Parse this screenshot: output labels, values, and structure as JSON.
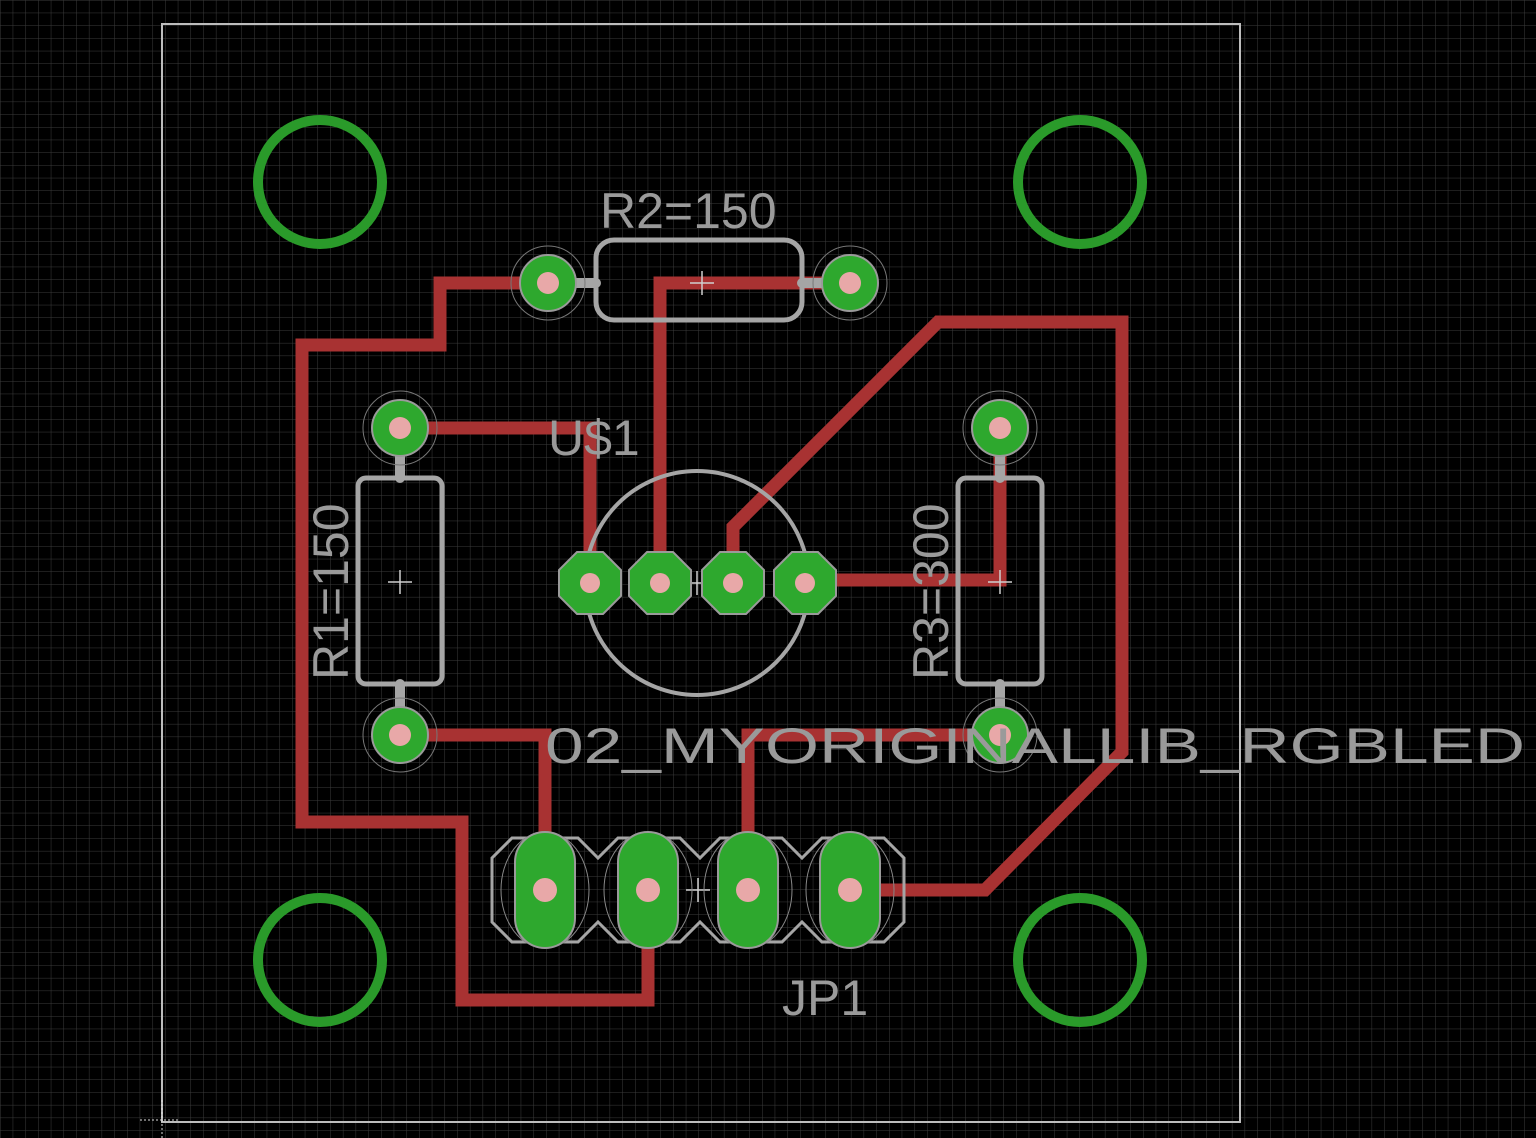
{
  "colors": {
    "background": "#000000",
    "grid": "#3a3a3a",
    "outline": "#bdbdbd",
    "trace": "#a83232",
    "pad": "#2ea82e",
    "silk": "#a5a5a5",
    "drill": "#e8a8a8",
    "hole": "#2a9a2a"
  },
  "labels": {
    "r2": "R2=150",
    "r1": "R1=150",
    "r3": "R3=300",
    "u1": "U$1",
    "led_value": "02_MYORIGINALLIB_RGBLED",
    "jp1": "JP1"
  }
}
